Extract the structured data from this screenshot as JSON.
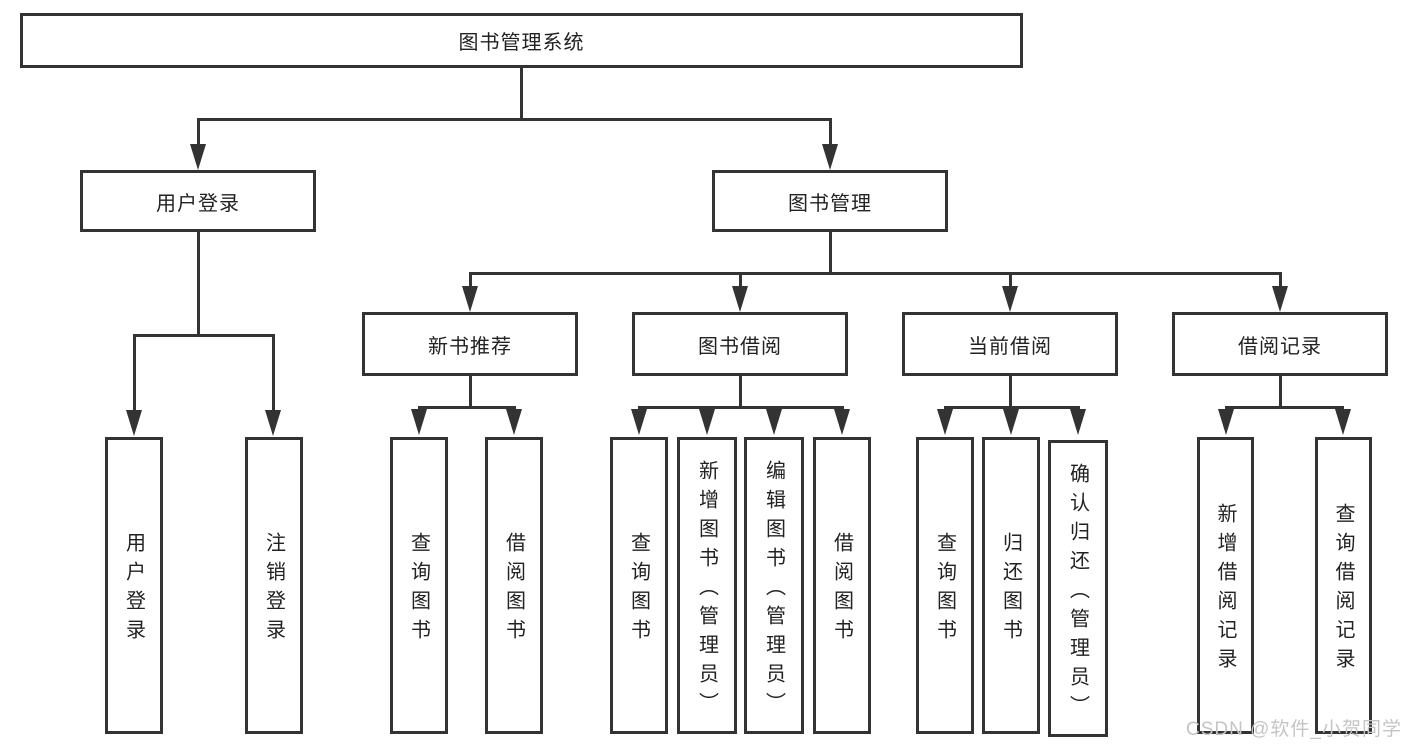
{
  "diagram_title": "图书管理系统",
  "tree": {
    "root": {
      "label": "图书管理系统"
    },
    "branches": [
      {
        "label": "用户登录",
        "children": [
          {
            "label": "用户登录"
          },
          {
            "label": "注销登录"
          }
        ]
      },
      {
        "label": "图书管理",
        "children": [
          {
            "label": "新书推荐",
            "children": [
              {
                "label": "查询图书"
              },
              {
                "label": "借阅图书"
              }
            ]
          },
          {
            "label": "图书借阅",
            "children": [
              {
                "label": "查询图书"
              },
              {
                "label": "新增图书（管理员）"
              },
              {
                "label": "编辑图书（管理员）"
              },
              {
                "label": "借阅图书"
              }
            ]
          },
          {
            "label": "当前借阅",
            "children": [
              {
                "label": "查询图书"
              },
              {
                "label": "归还图书"
              },
              {
                "label": "确认归还（管理员）"
              }
            ]
          },
          {
            "label": "借阅记录",
            "children": [
              {
                "label": "新增借阅记录"
              },
              {
                "label": "查询借阅记录"
              }
            ]
          }
        ]
      }
    ]
  },
  "watermark": "CSDN @软件_小贺同学",
  "colors": {
    "line": "#333333",
    "text": "#222222",
    "watermark": "#c5c5c5",
    "background": "#ffffff"
  }
}
